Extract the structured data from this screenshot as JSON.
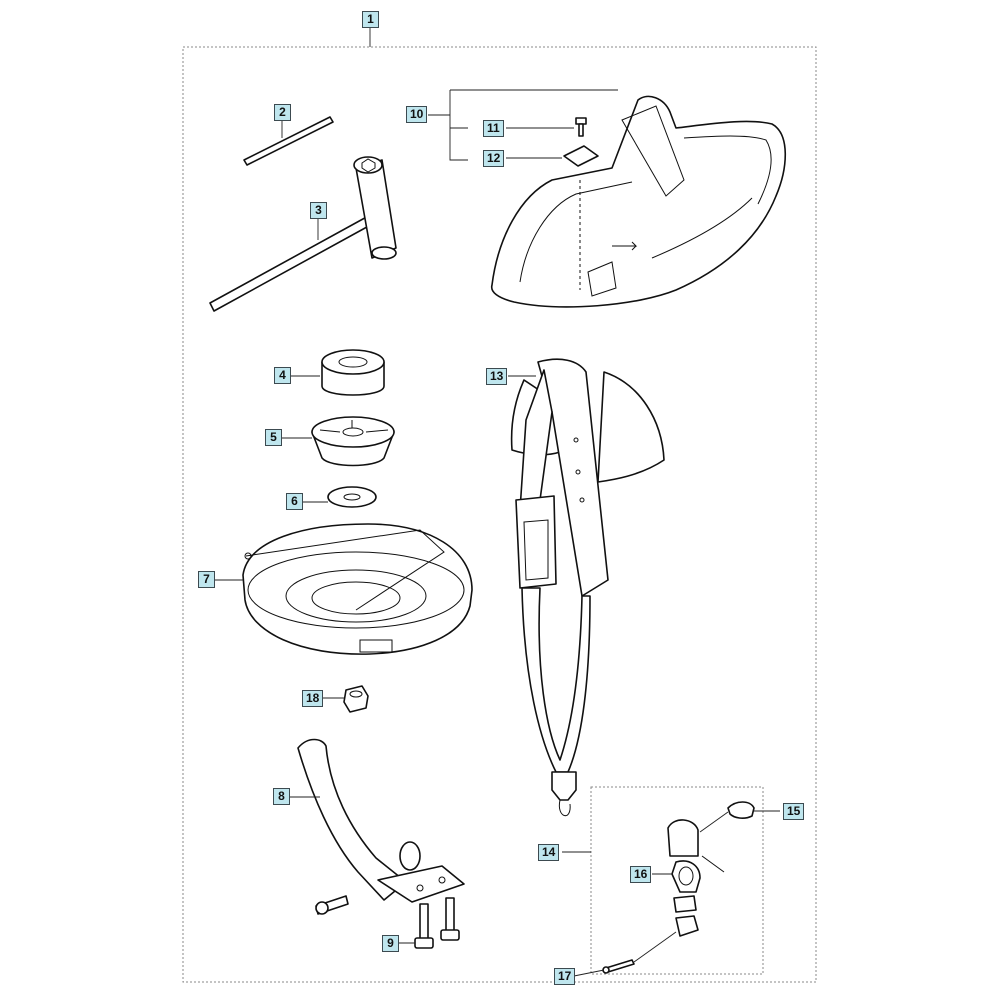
{
  "diagram": {
    "callouts": [
      {
        "id": "1",
        "label": "1"
      },
      {
        "id": "2",
        "label": "2"
      },
      {
        "id": "3",
        "label": "3"
      },
      {
        "id": "4",
        "label": "4"
      },
      {
        "id": "5",
        "label": "5"
      },
      {
        "id": "6",
        "label": "6"
      },
      {
        "id": "7",
        "label": "7"
      },
      {
        "id": "8",
        "label": "8"
      },
      {
        "id": "9",
        "label": "9"
      },
      {
        "id": "10",
        "label": "10"
      },
      {
        "id": "11",
        "label": "11"
      },
      {
        "id": "12",
        "label": "12"
      },
      {
        "id": "13",
        "label": "13"
      },
      {
        "id": "14",
        "label": "14"
      },
      {
        "id": "15",
        "label": "15"
      },
      {
        "id": "16",
        "label": "16"
      },
      {
        "id": "17",
        "label": "17"
      },
      {
        "id": "18",
        "label": "18"
      }
    ],
    "colors": {
      "callout_fill": "#bfe6ee",
      "callout_border": "#3c4a50",
      "line": "#111111"
    }
  }
}
